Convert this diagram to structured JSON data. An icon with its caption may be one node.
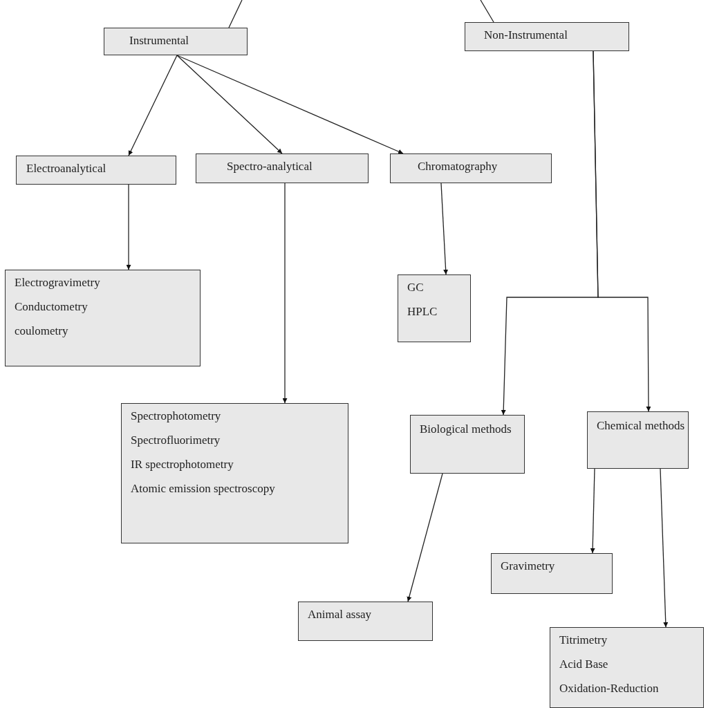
{
  "diagram": {
    "nodes": [
      {
        "text": [
          "Instrumental"
        ]
      },
      {
        "text": [
          "Non-Instrumental"
        ]
      },
      {
        "text": [
          "Electroanalytical"
        ]
      },
      {
        "text": [
          "Spectro-analytical"
        ]
      },
      {
        "text": [
          "Chromatography"
        ]
      },
      {
        "text": [
          "Electrogravimetry",
          "Conductometry",
          "coulometry"
        ]
      },
      {
        "text": [
          "GC",
          "HPLC"
        ]
      },
      {
        "text": [
          "Spectrophotometry",
          "Spectrofluorimetry",
          "IR spectrophotometry",
          "Atomic emission spectroscopy"
        ]
      },
      {
        "text": [
          "Biological methods"
        ]
      },
      {
        "text": [
          "Chemical methods"
        ]
      },
      {
        "text": [
          "Animal assay"
        ]
      },
      {
        "text": [
          "Gravimetry"
        ]
      },
      {
        "text": [
          "Titrimetry",
          "Acid Base",
          "Oxidation-Reduction"
        ]
      }
    ],
    "edges": [
      {
        "from": null,
        "to": 0,
        "arrow": "none"
      },
      {
        "from": null,
        "to": 1,
        "arrow": "none"
      },
      {
        "from": 0,
        "to": 2,
        "arrow": "to"
      },
      {
        "from": 0,
        "to": 3,
        "arrow": "to"
      },
      {
        "from": 0,
        "to": 4,
        "arrow": "to"
      },
      {
        "from": 2,
        "to": 5,
        "arrow": "to"
      },
      {
        "from": 4,
        "to": 6,
        "arrow": "to"
      },
      {
        "from": 3,
        "to": 7,
        "arrow": "to"
      },
      {
        "from": 1,
        "to": 8,
        "arrow": "to"
      },
      {
        "from": 1,
        "to": 9,
        "arrow": "to"
      },
      {
        "from": 8,
        "to": 10,
        "arrow": "to"
      },
      {
        "from": 9,
        "to": 11,
        "arrow": "to"
      },
      {
        "from": 9,
        "to": 12,
        "arrow": "to"
      }
    ]
  }
}
